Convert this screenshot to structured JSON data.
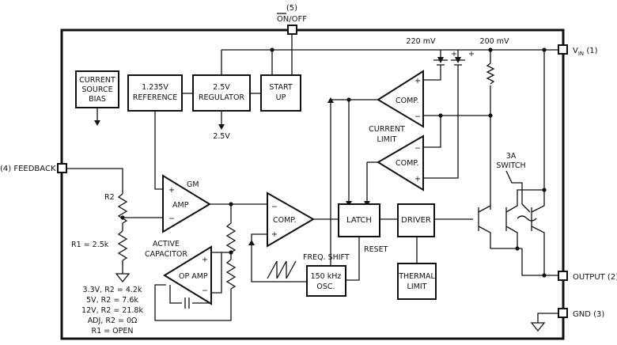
{
  "pins": {
    "onoff_num": "(5)",
    "onoff": "ON/OFF",
    "vin_v": "V",
    "vin_sub": "IN",
    "vin_num": "(1)",
    "feedback": "(4) FEEDBACK",
    "output": "OUTPUT (2)",
    "gnd": "GND (3)"
  },
  "blocks": {
    "bias_l1": "CURRENT",
    "bias_l2": "SOURCE",
    "bias_l3": "BIAS",
    "ref_l1": "1.235V",
    "ref_l2": "REFERENCE",
    "reg_l1": "2.5V",
    "reg_l2": "REGULATOR",
    "start_l1": "START",
    "start_l2": "UP",
    "latch": "LATCH",
    "driver": "DRIVER",
    "thermal_l1": "THERMAL",
    "thermal_l2": "LIMIT",
    "osc_l1": "150 kHz",
    "osc_l2": "OSC."
  },
  "amps": {
    "gm": "GM",
    "amp": "AMP",
    "comp": "COMP.",
    "comp1": "COMP.",
    "comp2": "COMP.",
    "opamp": "OP AMP"
  },
  "labels": {
    "v25": "2.5V",
    "mv220": "220 mV",
    "mv200": "200 mV",
    "current_limit_l1": "CURRENT",
    "current_limit_l2": "LIMIT",
    "switch_l1": "3A",
    "switch_l2": "SWITCH",
    "r2": "R2",
    "r1": "R1 = 2.5k",
    "active_cap_l1": "ACTIVE",
    "active_cap_l2": "CAPACITOR",
    "freq_shift": "FREQ.  SHIFT",
    "reset": "RESET",
    "table": [
      "3.3V, R2 = 4.2k",
      "5V, R2 = 7.6k",
      "12V, R2 = 21.8k",
      "ADJ, R2 = 0Ω",
      "R1 = OPEN"
    ]
  }
}
